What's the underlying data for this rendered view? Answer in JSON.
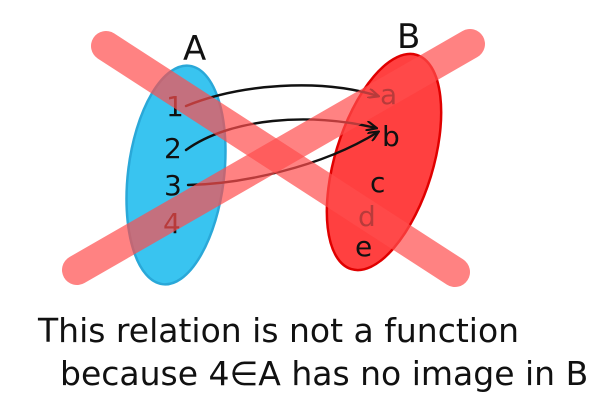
{
  "diagram": {
    "set_a": {
      "label": "A",
      "color": "#39c4f0",
      "elements": [
        "1",
        "2",
        "3",
        "4"
      ]
    },
    "set_b": {
      "label": "B",
      "color": "#ff1f1f",
      "elements": [
        "a",
        "b",
        "c",
        "d",
        "e"
      ]
    },
    "mappings": [
      {
        "from": "1",
        "to": "a"
      },
      {
        "from": "2",
        "to": "b"
      },
      {
        "from": "3",
        "to": "b"
      }
    ],
    "cross_color": "#ff5a5a",
    "caption": {
      "line1": "This relation is not a function",
      "line2": "because 4∈A  has no image in B"
    }
  }
}
